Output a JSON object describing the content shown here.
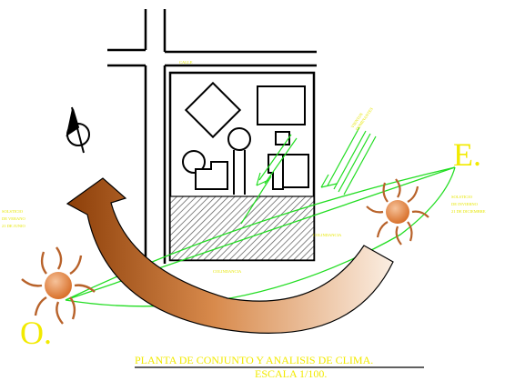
{
  "labels": {
    "east": "E.",
    "west": "O.",
    "solstice_winter": [
      "SOLSTICIO",
      "DE INVIERNO",
      "21 DE DICIEMBRE"
    ],
    "solstice_summer": [
      "SOLSTICIO",
      "DE VERANO",
      "21 DE JUNIO"
    ],
    "wind_label": [
      "VIENTOS",
      "DOMINANTES"
    ],
    "colindancia_right": "COLINDANCIA",
    "colindancia_bottom": "COLINDANCIA",
    "street_top": "CALLE",
    "title_line1": "PLANTA DE CONJUNTO Y ANALISIS DE CLIMA.",
    "title_line2": "ESCALA 1/100."
  },
  "colors": {
    "sun_core": "#e8873c",
    "sun_ray": "#c4703a",
    "sun_path": "#22dd22",
    "arrow_light": "#f6dcc4",
    "arrow_dark": "#9a4a12",
    "label_yellow": "#f2ea00",
    "hatch": "#555555",
    "wind": "#22dd22"
  },
  "icons": {
    "north": "north-arrow-icon",
    "sun_east": "sun-icon",
    "sun_west": "sun-icon"
  }
}
